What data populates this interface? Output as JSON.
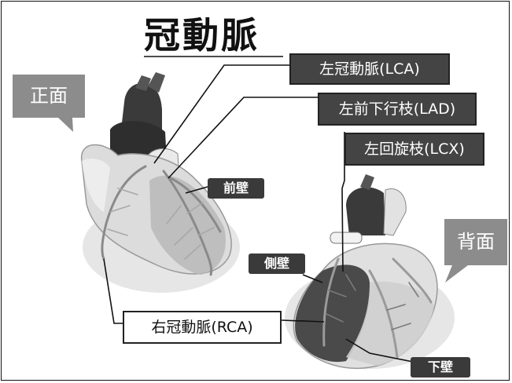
{
  "title": "冠動脈",
  "views": {
    "front": "正面",
    "back": "背面"
  },
  "arteries": {
    "lca": "左冠動脈(LCA)",
    "lad": "左前下行枝(LAD)",
    "lcx": "左回旋枝(LCX)",
    "rca": "右冠動脈(RCA)"
  },
  "walls": {
    "anterior": "前壁",
    "lateral": "側壁",
    "inferior": "下壁"
  },
  "colors": {
    "label_dark": "#444444",
    "bubble_gray": "#8c8c8c",
    "heart_light": "#d8d8d8",
    "heart_dark": "#4a4a4a",
    "vessel_gray": "#9a9a9a"
  }
}
